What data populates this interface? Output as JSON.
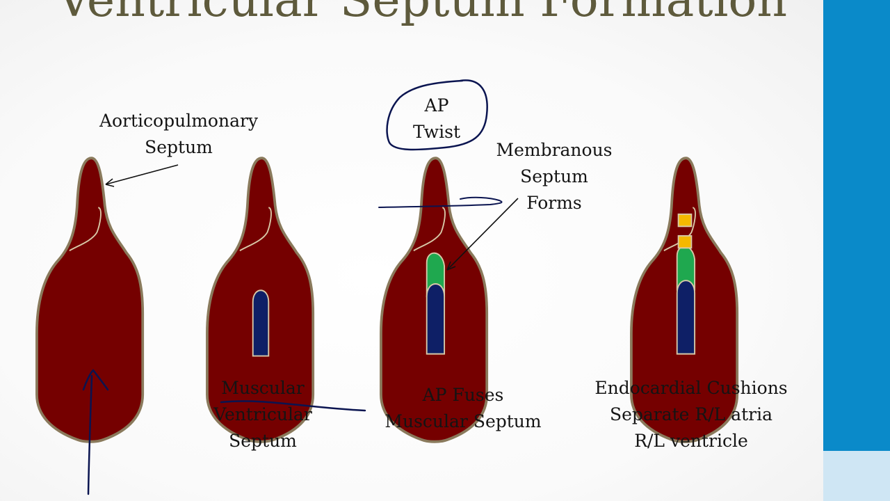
{
  "slide": {
    "title": "Ventricular Septum Formation"
  },
  "labels": {
    "aorticopulmonary": [
      "Aorticopulmonary",
      "Septum"
    ],
    "ap_twist": [
      "AP",
      "Twist"
    ],
    "membranous": [
      "Membranous",
      "Septum",
      "Forms"
    ],
    "muscular": [
      "Muscular",
      "Ventricular",
      "Septum"
    ],
    "ap_fuses": [
      "AP Fuses",
      "Muscular Septum"
    ],
    "endocardial": [
      "Endocardial Cushions",
      "Separate R/L atria",
      "R/L ventricle"
    ]
  },
  "colors": {
    "heart_fill": "#750000",
    "heart_outline": "#8a7a5c",
    "septum_line": "#d8c9a8",
    "muscular_septum": "#0e1f66",
    "membranous_septum": "#1fa84f",
    "endocardial_cushion": "#f5b800",
    "annotation_ink": "#0a1450",
    "accent_bar": "#0a8ac9",
    "title_text": "#5e5a3c"
  }
}
